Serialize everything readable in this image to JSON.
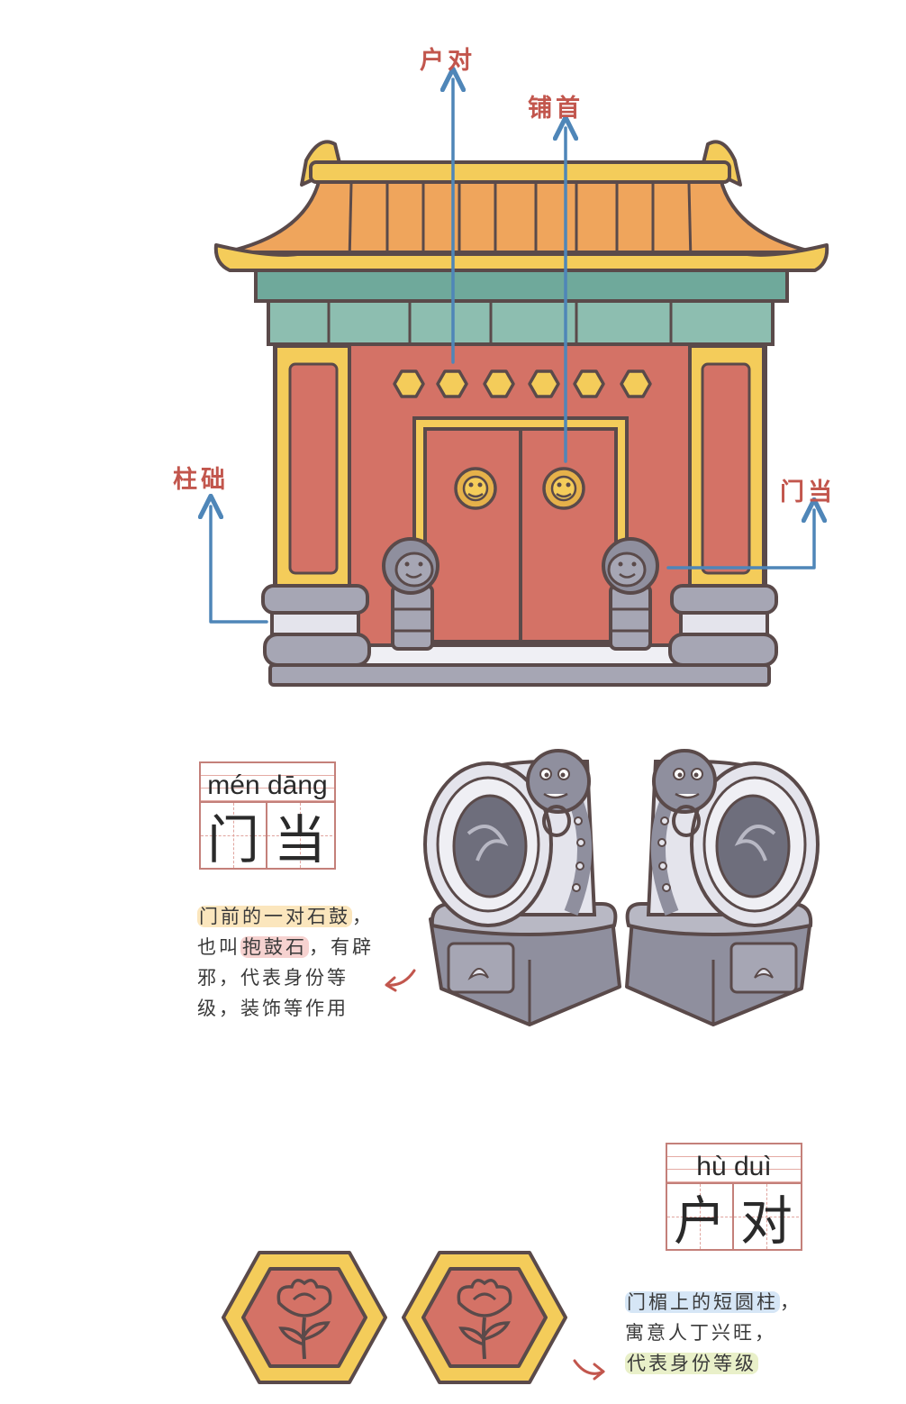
{
  "callouts": {
    "hudui": "户对",
    "pushou": "铺首",
    "zhuchu": "柱础",
    "mendang": "门当"
  },
  "mendang_card": {
    "pinyin": "mén dāng",
    "char1": "门",
    "char2": "当",
    "desc": {
      "line1_hl": "门前的一对石鼓",
      "line1_rest": "，",
      "line2_a": "也叫",
      "line2_hl": "抱鼓石",
      "line2_rest": "，有辟",
      "line3": "邪，代表身份等",
      "line4": "级，装饰等作用"
    }
  },
  "hudui_card": {
    "pinyin": "hù duì",
    "char1": "户",
    "char2": "对",
    "desc": {
      "line1_hl": "门楣上的短圆柱",
      "line1_rest": "，",
      "line2": "寓意人丁兴旺，",
      "line3_hl": "代表身份等级"
    }
  },
  "colors": {
    "outline": "#5a4a4a",
    "wall_red": "#d47266",
    "roof_orange": "#efa55c",
    "gold": "#f4cc5a",
    "teal": "#6fa99b",
    "stone": "#a6a6b4",
    "arrow_blue": "#4f86b8",
    "label_red": "#c2564d"
  }
}
